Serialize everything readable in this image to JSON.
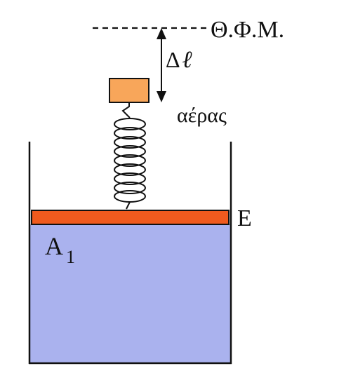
{
  "labels": {
    "equilibrium": "Θ.Φ.Μ.",
    "delta": "Δ",
    "ell": "ℓ",
    "air": "αέρας",
    "piston": "Ε",
    "area_letter": "A",
    "area_subscript": "1"
  },
  "colors": {
    "mass": "#F8A65A",
    "piston": "#F05A1E",
    "liquid": "#AAB2EE",
    "outline": "#111111"
  }
}
